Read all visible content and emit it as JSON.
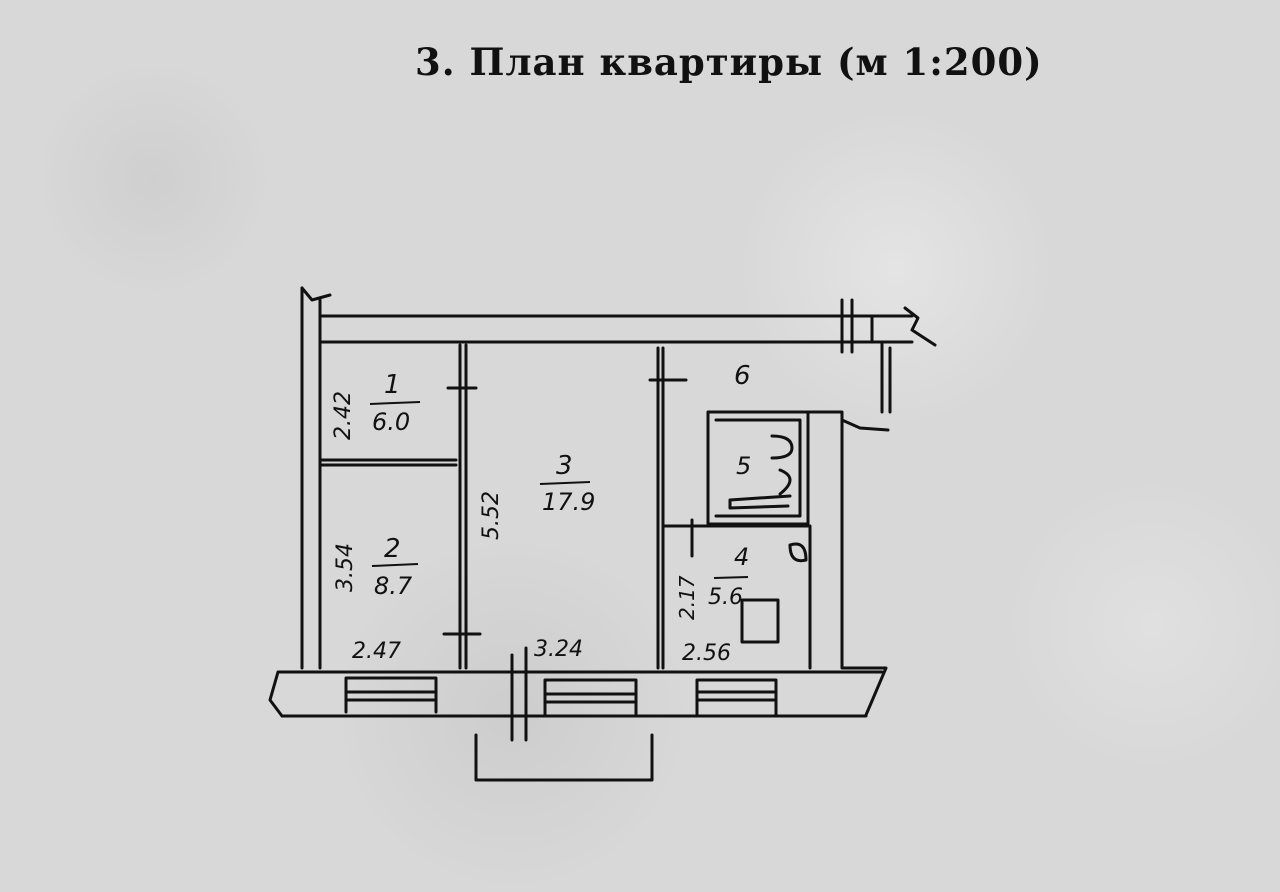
{
  "title": "3. План квартиры (м 1:200)",
  "rooms": [
    {
      "number": "1",
      "area": "6.0"
    },
    {
      "number": "2",
      "area": "8.7"
    },
    {
      "number": "3",
      "area": "17.9"
    },
    {
      "number": "4",
      "area": "5.6"
    },
    {
      "number": "5"
    },
    {
      "number": "6"
    }
  ],
  "dimensions": {
    "room1_width": "2.42",
    "room2_width": "3.54",
    "room3_width": "5.52",
    "room4_width": "2.17",
    "bottom_left": "2.47",
    "bottom_middle": "3.24",
    "bottom_right": "2.56"
  },
  "colors": {
    "ink": "#111111",
    "paper": "#d8d8d8"
  }
}
